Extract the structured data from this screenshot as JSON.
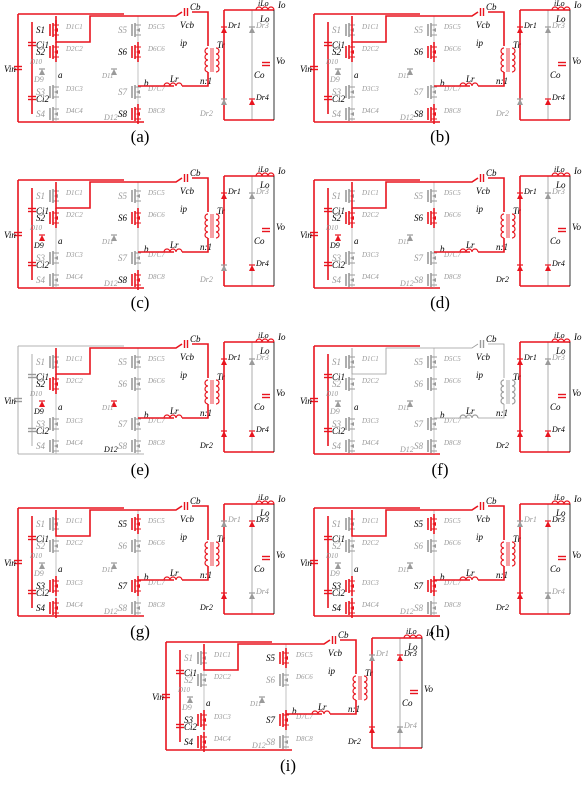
{
  "figure": {
    "panels": [
      {
        "id": "a",
        "caption": "(a)",
        "path": "pa"
      },
      {
        "id": "b",
        "caption": "(b)",
        "path": "pb"
      },
      {
        "id": "c",
        "caption": "(c)",
        "path": "pc"
      },
      {
        "id": "d",
        "caption": "(d)",
        "path": "pd"
      },
      {
        "id": "e",
        "caption": "(e)",
        "path": "pe"
      },
      {
        "id": "f",
        "caption": "(f)",
        "path": "pf"
      },
      {
        "id": "g",
        "caption": "(g)",
        "path": "pg"
      },
      {
        "id": "h",
        "caption": "(h)",
        "path": "ph"
      },
      {
        "id": "i",
        "caption": "(i)",
        "path": "pi"
      }
    ]
  },
  "labels": {
    "vin": "Vin",
    "ci1": "Ci1",
    "ci2": "Ci2",
    "s1": "S1",
    "s2": "S2",
    "s3": "S3",
    "s4": "S4",
    "s5": "S5",
    "s6": "S6",
    "s7": "S7",
    "s8": "S8",
    "d1c1": "D1C1",
    "d2c2": "D2C2",
    "d3c3": "D3C3",
    "d4c4": "D4C4",
    "d5c5": "D5C5",
    "d6c6": "D6C6",
    "d7c7": "D7C7",
    "d8c8": "D8C8",
    "d9": "D9",
    "d10": "D10",
    "d11": "D11",
    "d12": "D12",
    "node_a": "a",
    "node_b": "b",
    "cb": "Cb",
    "vcb": "Vcb",
    "ip": "ip",
    "tr": "Tr",
    "lr": "Lr",
    "ratio": "n:1",
    "dr1": "Dr1",
    "dr2": "Dr2",
    "dr3": "Dr3",
    "dr4": "Dr4",
    "ilo": "iLo",
    "lo": "Lo",
    "io": "Io",
    "co": "Co",
    "vo": "Vo"
  },
  "colors": {
    "active": "#e8141e",
    "inactive": "#9a9a9a",
    "text": "#000000"
  }
}
